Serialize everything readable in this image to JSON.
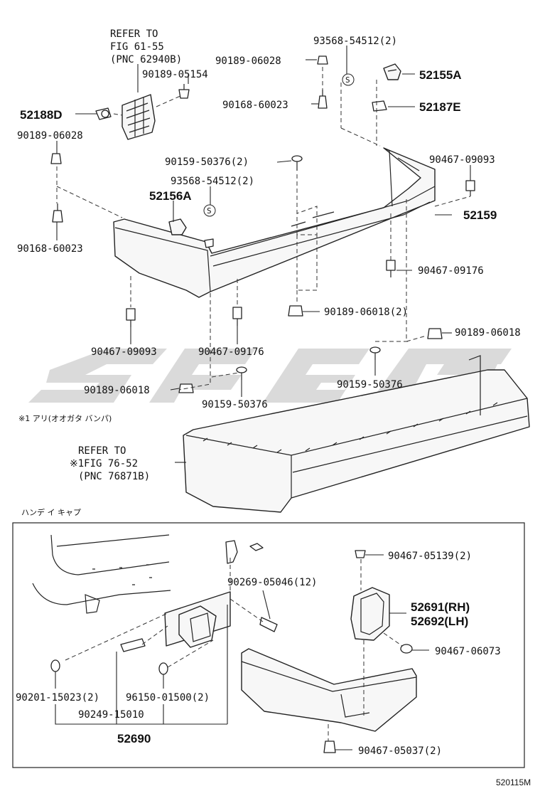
{
  "refer_fig_61_55": [
    "REFER TO",
    "FIG 61-55",
    "(PNC 62940B)"
  ],
  "refer_fig_76_52": [
    "REFER TO",
    "※1FIG 76-52",
    "(PNC 76871B)"
  ],
  "note_rear_spoiler": "※1 アリ(オオガタ バンパ)",
  "section_handy_cap": "ハンデ イ キャプ",
  "sealer_symbol": "S",
  "diagram_id": "520115M",
  "parts": {
    "p93568_top": "93568-54512(2)",
    "p90189_06028_top": "90189-06028",
    "p52155A": "52155A",
    "p90168_60023_top": "90168-60023",
    "p52187E": "52187E",
    "p90189_05154": "90189-05154",
    "p52188D": "52188D",
    "p90189_06028_left": "90189-06028",
    "p90159_50376_2": "90159-50376(2)",
    "p93568_mid": "93568-54512(2)",
    "p52156A": "52156A",
    "p90467_09093_right": "90467-09093",
    "p52159": "52159",
    "p90168_60023_left": "90168-60023",
    "p90467_09176_right": "90467-09176",
    "p90189_06018_2": "90189-06018(2)",
    "p90467_09093_left": "90467-09093",
    "p90467_09176_mid": "90467-09176",
    "p90189_06018_right": "90189-06018",
    "p90159_50376_right": "90159-50376",
    "p90189_06018_lower": "90189-06018",
    "p90159_50376_lower": "90159-50376",
    "p90467_05139": "90467-05139(2)",
    "p90269_05046": "90269-05046(12)",
    "p52691": "52691(RH)",
    "p52692": "52692(LH)",
    "p90467_06073": "90467-06073",
    "p90201_15023": "90201-15023(2)",
    "p96150_01500": "96150-01500(2)",
    "p90249_15010": "90249-15010",
    "p52690": "52690",
    "p90467_05037": "90467-05037(2)"
  }
}
